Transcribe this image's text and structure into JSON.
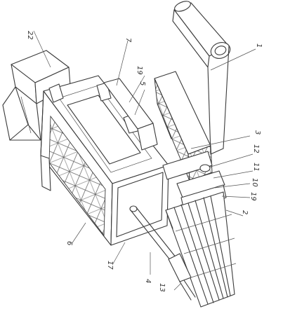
{
  "labels": {
    "l22": "22",
    "l7": "7",
    "l19a": "19",
    "l5": "5",
    "l1": "1",
    "l3": "3",
    "l12": "12",
    "l11": "11",
    "l10": "10",
    "l19b": "19",
    "l2": "2",
    "l6": "6",
    "l17": "17",
    "l4": "4",
    "l13": "13"
  }
}
